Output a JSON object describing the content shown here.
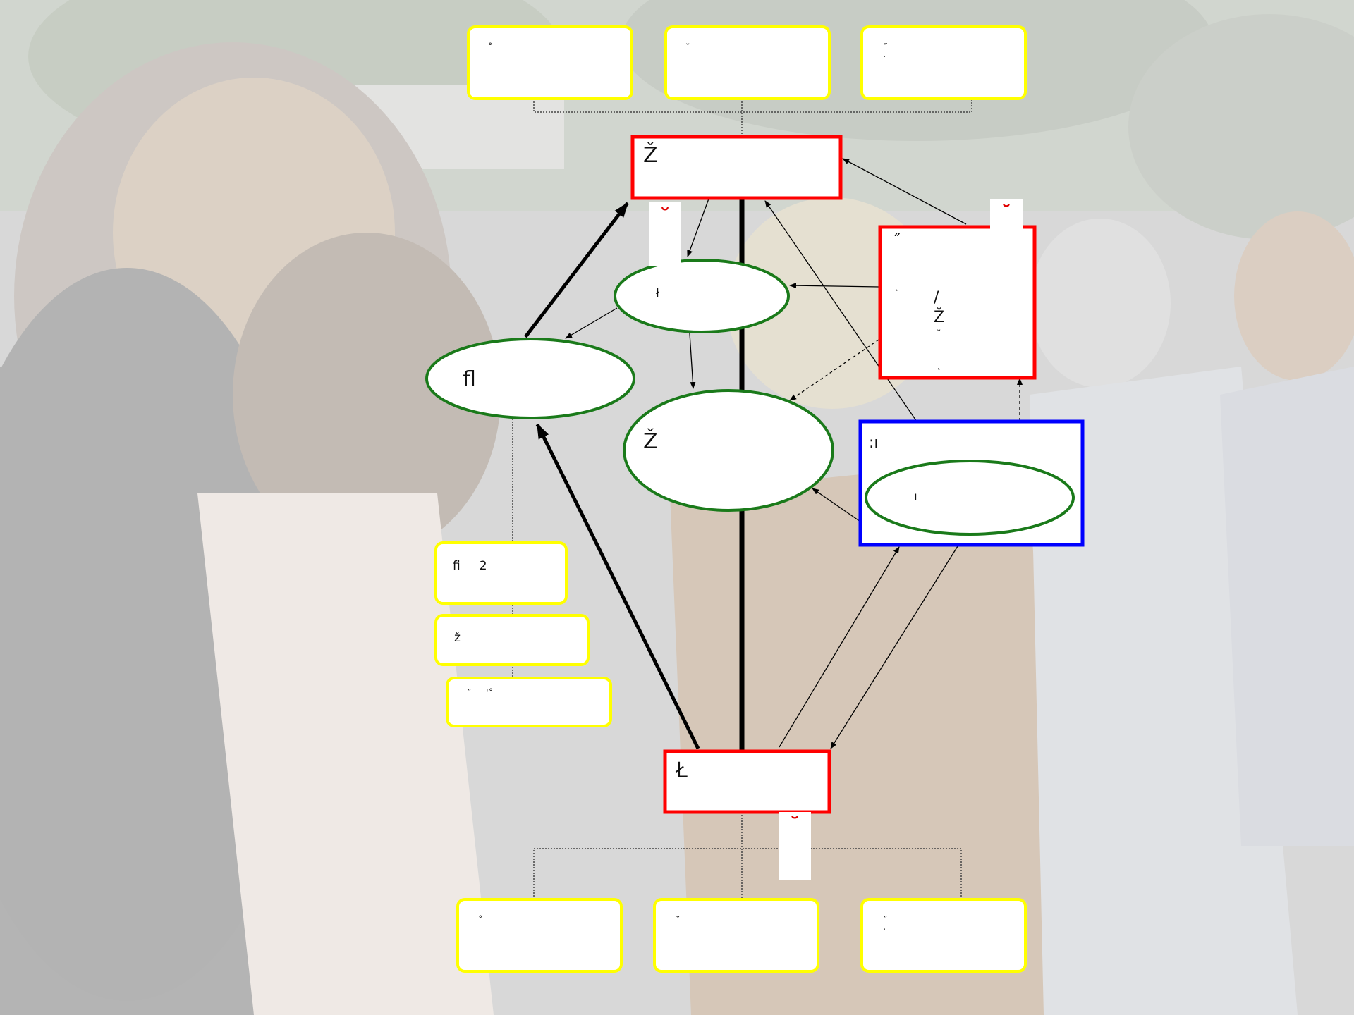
{
  "colors": {
    "note_border": "#ffff00",
    "class_border": "#ff0000",
    "ellipse_border": "#1a7a1a",
    "component_border": "#0000ff",
    "marker": "#e00000",
    "background": "#bdbdbd"
  },
  "top_notes": [
    "˚",
    "˘",
    "˝\n·"
  ],
  "bottom_notes": [
    "˚",
    "˘",
    "˝\n·"
  ],
  "side_notes": [
    "ﬁ     2",
    "ž",
    "˝     ˈ˚"
  ],
  "classes": {
    "top": "Ž",
    "right_title": "˝",
    "right_lines": [
      "˛",
      "/",
      "Ž",
      "˘",
      "˛"
    ],
    "bottom": "Ł"
  },
  "ellipses": {
    "small_top": "ł",
    "left": "ﬂ",
    "center": "Ž",
    "inner": "ı"
  },
  "component_label": ":ı",
  "marker_glyph": "˘",
  "icons": [
    "person-marker-icon"
  ]
}
